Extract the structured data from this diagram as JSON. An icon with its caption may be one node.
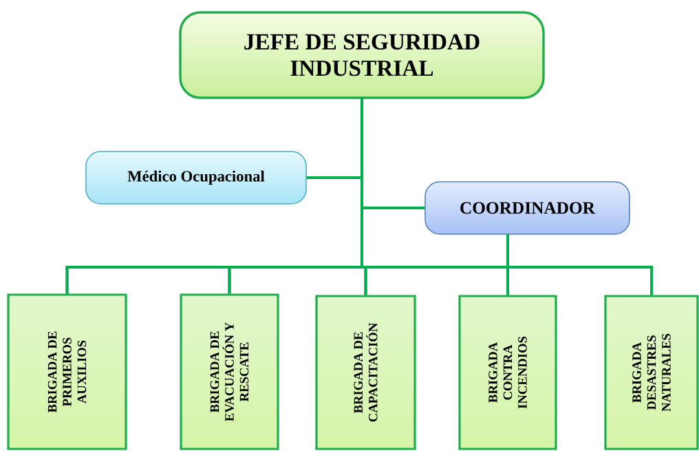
{
  "diagram": {
    "nodes": [
      {
        "text": [
          "JEFE DE SEGURIDAD INDUSTRIAL"
        ]
      },
      {
        "text": [
          "Médico Ocupacional"
        ]
      },
      {
        "text": [
          "COORDINADOR"
        ]
      },
      {
        "text": [
          "BRIGADA DE PRIMEROS AUXILIOS"
        ]
      },
      {
        "text": [
          "BRIGADA DE EVACUACIÓN Y RESCATE"
        ]
      },
      {
        "text": [
          "BRIGADA DE CAPACITACIÓN"
        ]
      },
      {
        "text": [
          "BRIGADA CONTRA INCENDIOS"
        ]
      },
      {
        "text": [
          "BRIGADA DESASTRES NATURALES"
        ]
      }
    ],
    "edges": [
      {
        "from": 0,
        "to": 1,
        "arrow": "none"
      },
      {
        "from": 0,
        "to": 2,
        "arrow": "none"
      },
      {
        "from": 0,
        "to": 3,
        "arrow": "none"
      },
      {
        "from": 0,
        "to": 4,
        "arrow": "none"
      },
      {
        "from": 0,
        "to": 5,
        "arrow": "none"
      },
      {
        "from": 0,
        "to": 6,
        "arrow": "none"
      },
      {
        "from": 0,
        "to": 7,
        "arrow": "none"
      },
      {
        "from": 2,
        "to": 3,
        "arrow": "none"
      },
      {
        "from": 2,
        "to": 4,
        "arrow": "none"
      },
      {
        "from": 2,
        "to": 5,
        "arrow": "none"
      },
      {
        "from": 2,
        "to": 6,
        "arrow": "none"
      },
      {
        "from": 2,
        "to": 7,
        "arrow": "none"
      }
    ]
  }
}
